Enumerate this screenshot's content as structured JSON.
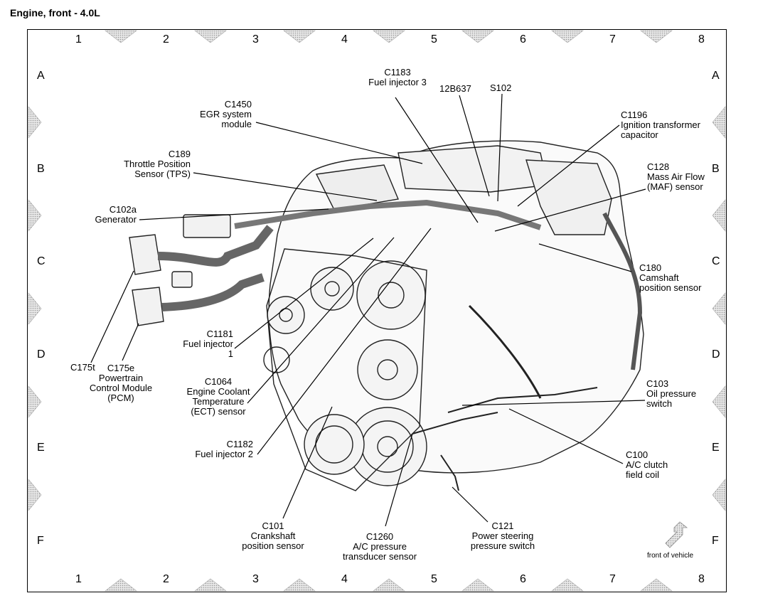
{
  "title": "Engine, front - 4.0L",
  "grid": {
    "columns": [
      "1",
      "2",
      "3",
      "4",
      "5",
      "6",
      "7",
      "8"
    ],
    "rows": [
      "A",
      "B",
      "C",
      "D",
      "E",
      "F"
    ]
  },
  "callouts": {
    "c1183": [
      "C1183",
      "Fuel injector 3"
    ],
    "b637": [
      "12B637"
    ],
    "s102": [
      "S102"
    ],
    "c1450": [
      "C1450",
      "EGR system",
      "module"
    ],
    "c1196": [
      "C1196",
      "Ignition transformer",
      "capacitor"
    ],
    "c189": [
      "C189",
      "Throttle Position",
      "Sensor (TPS)"
    ],
    "c128": [
      "C128",
      "Mass Air Flow",
      "(MAF) sensor"
    ],
    "c102a": [
      "C102a",
      "Generator"
    ],
    "c180": [
      "C180",
      "Camshaft",
      "position sensor"
    ],
    "c1181": [
      "C1181",
      "Fuel injector",
      "1"
    ],
    "c175t": [
      "C175t"
    ],
    "c175e": [
      "C175e",
      "Powertrain",
      "Control Module",
      "(PCM)"
    ],
    "c1064": [
      "C1064",
      "Engine Coolant",
      "Temperature",
      "(ECT) sensor"
    ],
    "c103": [
      "C103",
      "Oil pressure",
      "switch"
    ],
    "c1182": [
      "C1182",
      "Fuel injector 2"
    ],
    "c100": [
      "C100",
      "A/C clutch",
      "field coil"
    ],
    "c101": [
      "C101",
      "Crankshaft",
      "position sensor"
    ],
    "c121": [
      "C121",
      "Power steering",
      "pressure switch"
    ],
    "c1260": [
      "C1260",
      "A/C pressure",
      "transducer sensor"
    ]
  },
  "front_of_vehicle": "front of vehicle"
}
